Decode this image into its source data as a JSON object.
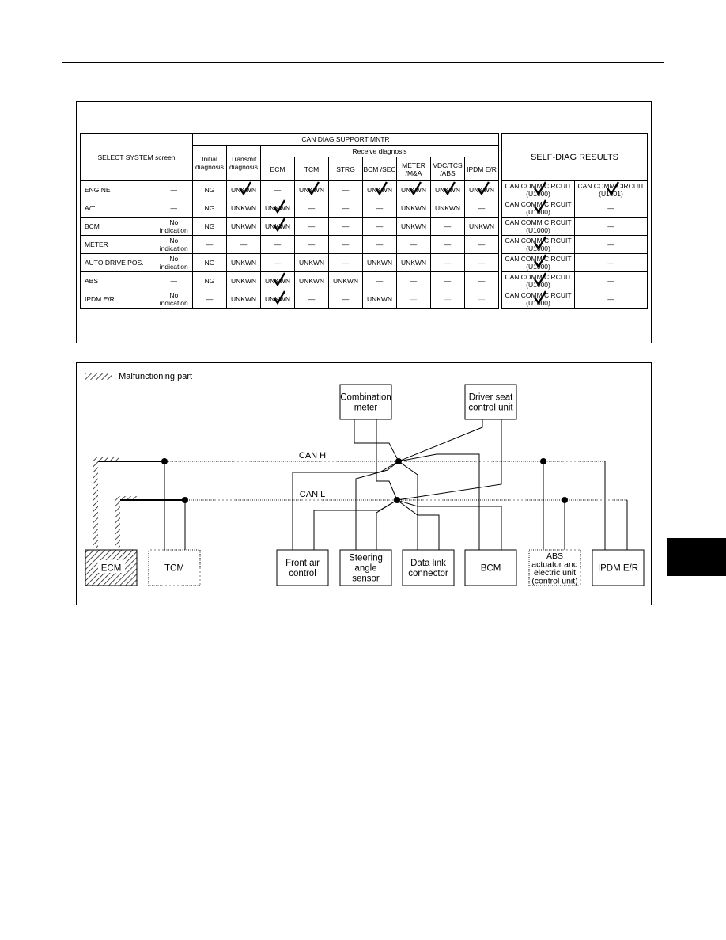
{
  "table": {
    "select_system": "SELECT SYSTEM screen",
    "can_diag": "CAN DIAG SUPPORT MNTR",
    "receive": "Receive diagnosis",
    "initial": "Initial diagnosis",
    "transmit": "Transmit diagnosis",
    "receive_cols": [
      "ECM",
      "TCM",
      "STRG",
      "BCM /SEC",
      "METER /M&A",
      "VDC/TCS /ABS",
      "IPDM E/R"
    ],
    "self_diag": "SELF-DIAG RESULTS",
    "rows": [
      {
        "system": "ENGINE",
        "col2": "—",
        "initial": "NG",
        "transmit": "UNKWN",
        "receive": [
          "—",
          "UNKWN",
          "—",
          "UNKWN",
          "UNKWN",
          "UNKWN",
          "UNKWN"
        ],
        "sd1": "CAN COMM CIRCUIT (U1000)",
        "sd2": "CAN COMM CIRCUIT (U1001)"
      },
      {
        "system": "A/T",
        "col2": "—",
        "initial": "NG",
        "transmit": "UNKWN",
        "receive": [
          "UNKWN",
          "—",
          "—",
          "—",
          "UNKWN",
          "UNKWN",
          "—"
        ],
        "sd1": "CAN COMM CIRCUIT (U1000)",
        "sd2": "—"
      },
      {
        "system": "BCM",
        "col2": "No indication",
        "initial": "NG",
        "transmit": "UNKWN",
        "receive": [
          "UNKWN",
          "—",
          "—",
          "—",
          "UNKWN",
          "—",
          "UNKWN"
        ],
        "sd1": "CAN COMM CIRCUIT (U1000)",
        "sd2": "—"
      },
      {
        "system": "METER",
        "col2": "No indication",
        "initial": "—",
        "transmit": "—",
        "receive": [
          "—",
          "—",
          "—",
          "—",
          "—",
          "—",
          "—"
        ],
        "sd1": "CAN COMM CIRCUIT (U1000)",
        "sd2": "—"
      },
      {
        "system": "AUTO DRIVE POS.",
        "col2": "No indication",
        "initial": "NG",
        "transmit": "UNKWN",
        "receive": [
          "—",
          "UNKWN",
          "—",
          "UNKWN",
          "UNKWN",
          "—",
          "—"
        ],
        "sd1": "CAN COMM CIRCUIT (U1000)",
        "sd2": "—"
      },
      {
        "system": "ABS",
        "col2": "—",
        "initial": "NG",
        "transmit": "UNKWN",
        "receive": [
          "UNKWN",
          "UNKWN",
          "UNKWN",
          "—",
          "—",
          "—",
          "—"
        ],
        "sd1": "CAN COMM CIRCUIT (U1000)",
        "sd2": "—"
      },
      {
        "system": "IPDM E/R",
        "col2": "No indication",
        "initial": "—",
        "transmit": "UNKWN",
        "receive": [
          "UNKWN",
          "—",
          "—",
          "UNKWN",
          "—",
          "—",
          "—"
        ],
        "sd1": "CAN COMM CIRCUIT (U1000)",
        "sd2": "—"
      }
    ]
  },
  "diagram": {
    "legend": ": Malfunctioning part",
    "can_h": "CAN H",
    "can_l": "CAN L",
    "units": {
      "combination_meter": [
        "Combination",
        "meter"
      ],
      "driver_seat": [
        "Driver seat",
        "control unit"
      ],
      "ecm": [
        "ECM"
      ],
      "tcm": [
        "TCM"
      ],
      "front_air": [
        "Front air",
        "control"
      ],
      "steering": [
        "Steering",
        "angle",
        "sensor"
      ],
      "data_link": [
        "Data link",
        "connector"
      ],
      "bcm": [
        "BCM"
      ],
      "abs": [
        "ABS",
        "actuator and",
        "electric unit",
        "(control unit)"
      ],
      "ipdm": [
        "IPDM E/R"
      ]
    }
  }
}
